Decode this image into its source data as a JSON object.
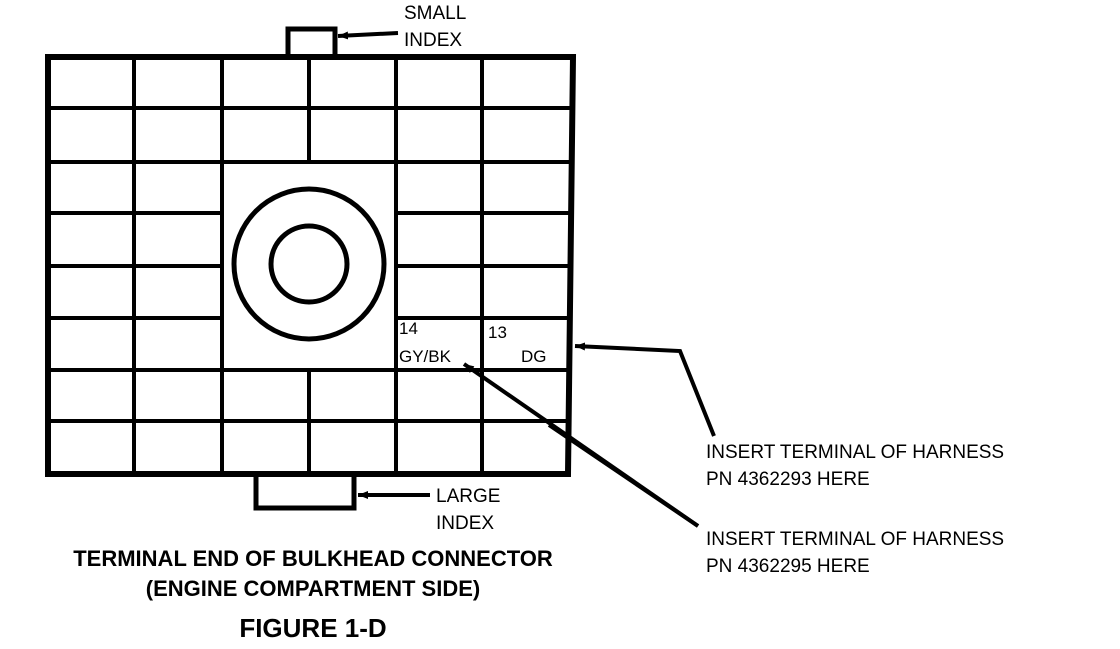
{
  "diagram": {
    "callouts": {
      "small_index": [
        "SMALL",
        "INDEX"
      ],
      "large_index": [
        "LARGE",
        "INDEX"
      ],
      "harness_a": [
        "INSERT TERMINAL OF HARNESS",
        "PN 4362293 HERE"
      ],
      "harness_b": [
        "INSERT TERMINAL OF HARNESS",
        "PN 4362295 HERE"
      ]
    },
    "terminals": {
      "t14": {
        "number": "14",
        "wire": "GY/BK"
      },
      "t13": {
        "number": "13",
        "wire": "DG"
      }
    },
    "caption": {
      "line1": "TERMINAL END OF BULKHEAD CONNECTOR",
      "line2": "(ENGINE COMPARTMENT SIDE)",
      "figure": "FIGURE 1-D"
    }
  }
}
